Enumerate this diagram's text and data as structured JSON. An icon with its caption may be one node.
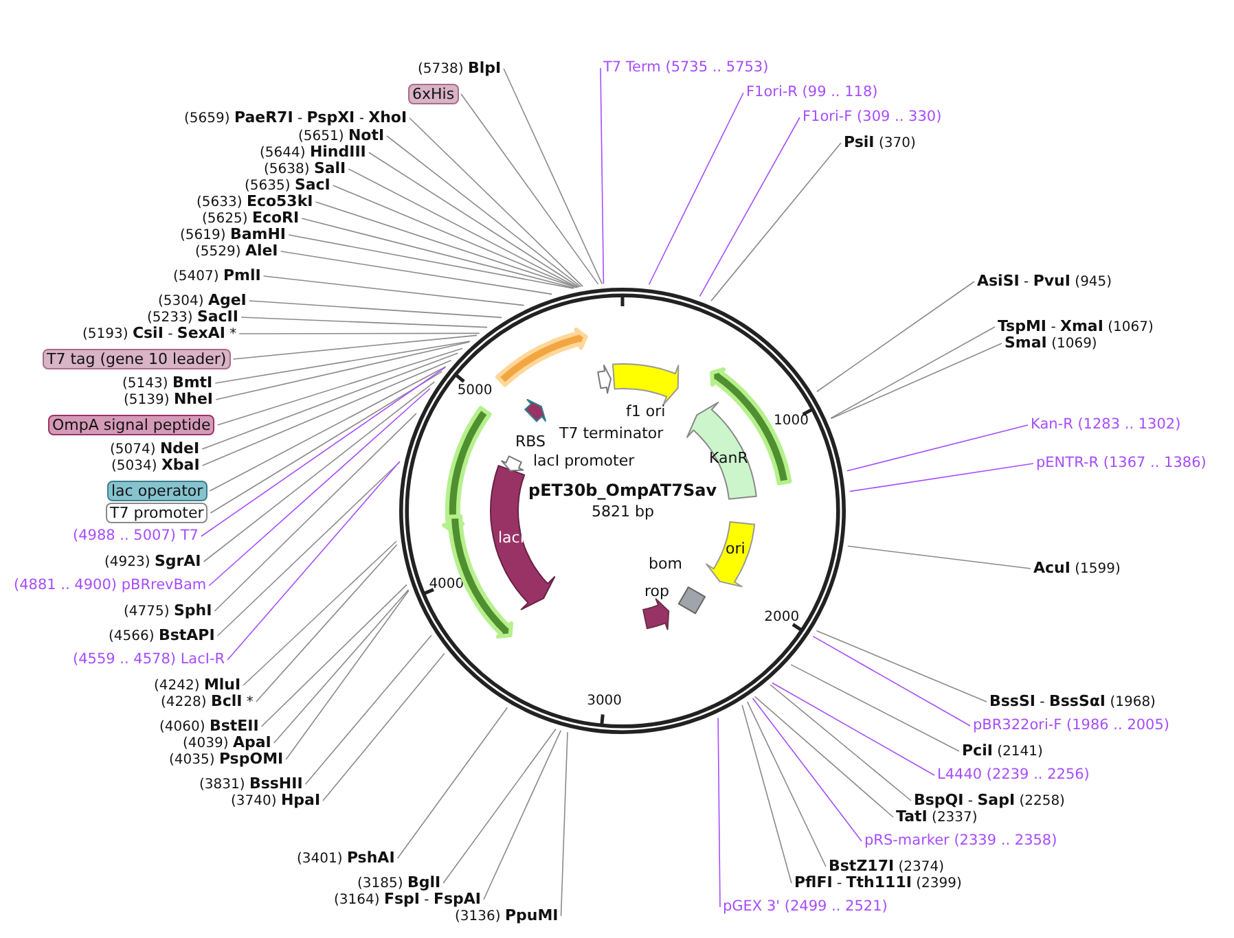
{
  "diagram": {
    "title": "pET30b_OmpAT7Sav",
    "nodes": [
      {
        "text": [
          "(5738) **BlpI**"
        ]
      },
      {
        "text": [
          "6xHis"
        ]
      },
      {
        "text": [
          "T7 Term (5735 .. 5753)"
        ]
      },
      {
        "text": [
          "F1ori-R (99 .. 118)"
        ]
      },
      {
        "text": [
          "F1ori-F (309 .. 330)"
        ]
      },
      {
        "text": [
          "**PsiI** (370)"
        ]
      },
      {
        "text": [
          "(5659) **PaeR7I** - **PspXI** - **XhoI**"
        ]
      },
      {
        "text": [
          "(5651) **NotI**"
        ]
      },
      {
        "text": [
          "(5644) **HindIII**"
        ]
      },
      {
        "text": [
          "(5638) **SalI**"
        ]
      },
      {
        "text": [
          "(5635) **SacI**"
        ]
      },
      {
        "text": [
          "(5633) **Eco53kI**"
        ]
      },
      {
        "text": [
          "(5625) **EcoRI**"
        ]
      },
      {
        "text": [
          "(5619) **BamHI**"
        ]
      },
      {
        "text": [
          "(5529) **AleI**"
        ]
      },
      {
        "text": [
          "(5407) **PmlI**"
        ]
      },
      {
        "text": [
          "(5304) **AgeI**"
        ]
      },
      {
        "text": [
          "(5233) **SacII**"
        ]
      },
      {
        "text": [
          "(5193) **CsiI** - **SexAI** *"
        ]
      },
      {
        "text": [
          "T7 tag (gene 10 leader)"
        ]
      },
      {
        "text": [
          "(5143) **BmtI**"
        ]
      },
      {
        "text": [
          "(5139) **NheI**"
        ]
      },
      {
        "text": [
          "OmpA signal peptide"
        ]
      },
      {
        "text": [
          "(5074) **NdeI**"
        ]
      },
      {
        "text": [
          "(5034) **XbaI**"
        ]
      },
      {
        "text": [
          "lac operator"
        ]
      },
      {
        "text": [
          "T7 promoter"
        ]
      },
      {
        "text": [
          "(4988 .. 5007) T7"
        ]
      },
      {
        "text": [
          "(4923) **SgrAI**"
        ]
      },
      {
        "text": [
          "(4881 .. 4900) pBRrevBam"
        ]
      },
      {
        "text": [
          "(4775) **SphI**"
        ]
      },
      {
        "text": [
          "(4566) **BstAPI**"
        ]
      },
      {
        "text": [
          "(4559 .. 4578) LacI-R"
        ]
      },
      {
        "text": [
          "(4242) **MluI**"
        ]
      },
      {
        "text": [
          "(4228) **BclI** *"
        ]
      },
      {
        "text": [
          "(4060) **BstEII**"
        ]
      },
      {
        "text": [
          "(4039) **ApaI**"
        ]
      },
      {
        "text": [
          "(4035) **PspOMI**"
        ]
      },
      {
        "text": [
          "(3831) **BssHII**"
        ]
      },
      {
        "text": [
          "(3740) **HpaI**"
        ]
      },
      {
        "text": [
          "(3401) **PshAI**"
        ]
      },
      {
        "text": [
          "(3185) **BglI**"
        ]
      },
      {
        "text": [
          "(3164) **FspI** - **FspAI**"
        ]
      },
      {
        "text": [
          "(3136) **PpuMI**"
        ]
      },
      {
        "text": [
          "**AsiSI** - **PvuI** (945)"
        ]
      },
      {
        "text": [
          "**TspMI** - **XmaI** (1067)"
        ]
      },
      {
        "text": [
          "**SmaI** (1069)"
        ]
      },
      {
        "text": [
          "Kan-R (1283 .. 1302)"
        ]
      },
      {
        "text": [
          "pENTR-R (1367 .. 1386)"
        ]
      },
      {
        "text": [
          "**AcuI** (1599)"
        ]
      },
      {
        "text": [
          "**BssSI** - **BssSαI** (1968)"
        ]
      },
      {
        "text": [
          "pBR322ori-F (1986 .. 2005)"
        ]
      },
      {
        "text": [
          "**PciI** (2141)"
        ]
      },
      {
        "text": [
          "L4440 (2239 .. 2256)"
        ]
      },
      {
        "text": [
          "**BspQI** - **SapI** (2258)"
        ]
      },
      {
        "text": [
          "**TatI** (2337)"
        ]
      },
      {
        "text": [
          "pRS-marker (2339 .. 2358)"
        ]
      },
      {
        "text": [
          "**BstZ17I** (2374)"
        ]
      },
      {
        "text": [
          "**PflFI** - **Tth111I** (2399)"
        ]
      },
      {
        "text": [
          "pGEX 3' (2499 .. 2521)"
        ]
      },
      {
        "text": [
          "f1 ori"
        ]
      },
      {
        "text": [
          "T7 terminator"
        ]
      },
      {
        "text": [
          "KanR"
        ]
      },
      {
        "text": [
          "ori"
        ]
      },
      {
        "text": [
          "bom"
        ]
      },
      {
        "text": [
          "rop"
        ]
      },
      {
        "text": [
          "lacI"
        ]
      },
      {
        "text": [
          "lacI promoter"
        ]
      },
      {
        "text": [
          "RBS"
        ]
      },
      {
        "text": [],
        "shape": "arrow"
      },
      {
        "text": [],
        "shape": "arrow"
      },
      {
        "text": [],
        "shape": "arrow"
      },
      {
        "text": [],
        "shape": "arrow"
      }
    ],
    "edges": [
      {
        "from": 0,
        "to": null,
        "arrow": "none"
      },
      {
        "from": 1,
        "to": null,
        "arrow": "none"
      },
      {
        "from": 2,
        "to": null,
        "arrow": "none",
        "color": "#a64dff"
      },
      {
        "from": 3,
        "to": null,
        "arrow": "none",
        "color": "#a64dff"
      },
      {
        "from": 4,
        "to": null,
        "arrow": "none",
        "color": "#a64dff"
      },
      {
        "from": 5,
        "to": null,
        "arrow": "none"
      },
      {
        "from": 6,
        "to": null,
        "arrow": "none"
      },
      {
        "from": 7,
        "to": null,
        "arrow": "none"
      },
      {
        "from": 8,
        "to": null,
        "arrow": "none"
      },
      {
        "from": 9,
        "to": null,
        "arrow": "none"
      },
      {
        "from": 10,
        "to": null,
        "arrow": "none"
      },
      {
        "from": 11,
        "to": null,
        "arrow": "none"
      },
      {
        "from": 12,
        "to": null,
        "arrow": "none"
      },
      {
        "from": 13,
        "to": null,
        "arrow": "none"
      },
      {
        "from": 14,
        "to": null,
        "arrow": "none"
      },
      {
        "from": 15,
        "to": null,
        "arrow": "none"
      },
      {
        "from": 16,
        "to": null,
        "arrow": "none"
      },
      {
        "from": 17,
        "to": null,
        "arrow": "none"
      },
      {
        "from": 18,
        "to": null,
        "arrow": "none"
      },
      {
        "from": 19,
        "to": null,
        "arrow": "none"
      },
      {
        "from": 20,
        "to": null,
        "arrow": "none"
      },
      {
        "from": 21,
        "to": null,
        "arrow": "none"
      },
      {
        "from": 22,
        "to": null,
        "arrow": "none"
      },
      {
        "from": 23,
        "to": null,
        "arrow": "none"
      },
      {
        "from": 24,
        "to": null,
        "arrow": "none"
      },
      {
        "from": 25,
        "to": null,
        "arrow": "none"
      },
      {
        "from": 26,
        "to": null,
        "arrow": "none"
      },
      {
        "from": 27,
        "to": null,
        "arrow": "none",
        "color": "#a64dff"
      },
      {
        "from": 28,
        "to": null,
        "arrow": "none"
      },
      {
        "from": 29,
        "to": null,
        "arrow": "none",
        "color": "#a64dff"
      },
      {
        "from": 30,
        "to": null,
        "arrow": "none"
      },
      {
        "from": 31,
        "to": null,
        "arrow": "none"
      },
      {
        "from": 32,
        "to": null,
        "arrow": "none",
        "color": "#a64dff"
      },
      {
        "from": 33,
        "to": null,
        "arrow": "none"
      },
      {
        "from": 34,
        "to": null,
        "arrow": "none"
      },
      {
        "from": 35,
        "to": null,
        "arrow": "none"
      },
      {
        "from": 36,
        "to": null,
        "arrow": "none"
      },
      {
        "from": 37,
        "to": null,
        "arrow": "none"
      },
      {
        "from": 38,
        "to": null,
        "arrow": "none"
      },
      {
        "from": 39,
        "to": null,
        "arrow": "none"
      },
      {
        "from": 40,
        "to": null,
        "arrow": "none"
      },
      {
        "from": 41,
        "to": null,
        "arrow": "none"
      },
      {
        "from": 42,
        "to": null,
        "arrow": "none"
      },
      {
        "from": 43,
        "to": null,
        "arrow": "none"
      },
      {
        "from": 44,
        "to": null,
        "arrow": "none"
      },
      {
        "from": 45,
        "to": null,
        "arrow": "none"
      },
      {
        "from": 46,
        "to": null,
        "arrow": "none"
      },
      {
        "from": 47,
        "to": null,
        "arrow": "none",
        "color": "#a64dff"
      },
      {
        "from": 48,
        "to": null,
        "arrow": "none",
        "color": "#a64dff"
      },
      {
        "from": 49,
        "to": null,
        "arrow": "none"
      },
      {
        "from": 50,
        "to": null,
        "arrow": "none"
      },
      {
        "from": 51,
        "to": null,
        "arrow": "none",
        "color": "#a64dff"
      },
      {
        "from": 52,
        "to": null,
        "arrow": "none"
      },
      {
        "from": 53,
        "to": null,
        "arrow": "none",
        "color": "#a64dff"
      },
      {
        "from": 54,
        "to": null,
        "arrow": "none"
      },
      {
        "from": 55,
        "to": null,
        "arrow": "none"
      },
      {
        "from": 56,
        "to": null,
        "arrow": "none",
        "color": "#a64dff"
      },
      {
        "from": 57,
        "to": null,
        "arrow": "none"
      },
      {
        "from": 58,
        "to": null,
        "arrow": "none"
      },
      {
        "from": 59,
        "to": null,
        "arrow": "none",
        "color": "#a64dff"
      }
    ],
    "labels": [
      "1000",
      "2000",
      "3000",
      "4000",
      "5000",
      "5821 bp"
    ]
  }
}
